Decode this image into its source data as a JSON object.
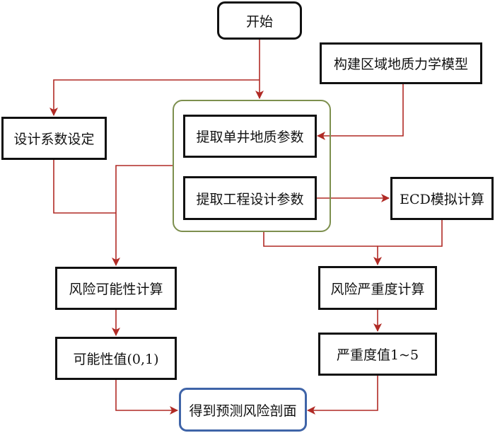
{
  "diagram": {
    "colors": {
      "edge": "#b02a25",
      "node_border": "#111111",
      "group_border": "#7d8f4e",
      "final_border": "#3f64a8"
    },
    "nodes": {
      "start": "开始",
      "regional_model": "构建区域地质力学模型",
      "design_factor": "设计系数设定",
      "extract_geology": "提取单井地质参数",
      "extract_engineering": "提取工程设计参数",
      "ecd_simulation": "ECD模拟计算",
      "likelihood_calc": "风险可能性计算",
      "severity_calc": "风险严重度计算",
      "likelihood_value": "可能性值(0,1)",
      "severity_value": "严重度值1~5",
      "result": "得到预测风险剖面"
    },
    "edges": [
      {
        "from": "start",
        "to": "design_factor"
      },
      {
        "from": "start",
        "to": "parameter_group"
      },
      {
        "from": "regional_model",
        "to": "extract_geology"
      },
      {
        "from": "extract_engineering",
        "to": "ecd_simulation"
      },
      {
        "from": "design_factor",
        "to": "likelihood_calc"
      },
      {
        "from": "parameter_group",
        "to": "likelihood_calc"
      },
      {
        "from": "parameter_group",
        "to": "severity_calc"
      },
      {
        "from": "ecd_simulation",
        "to": "severity_calc"
      },
      {
        "from": "likelihood_calc",
        "to": "likelihood_value"
      },
      {
        "from": "severity_calc",
        "to": "severity_value"
      },
      {
        "from": "likelihood_value",
        "to": "result"
      },
      {
        "from": "severity_value",
        "to": "result"
      }
    ]
  }
}
